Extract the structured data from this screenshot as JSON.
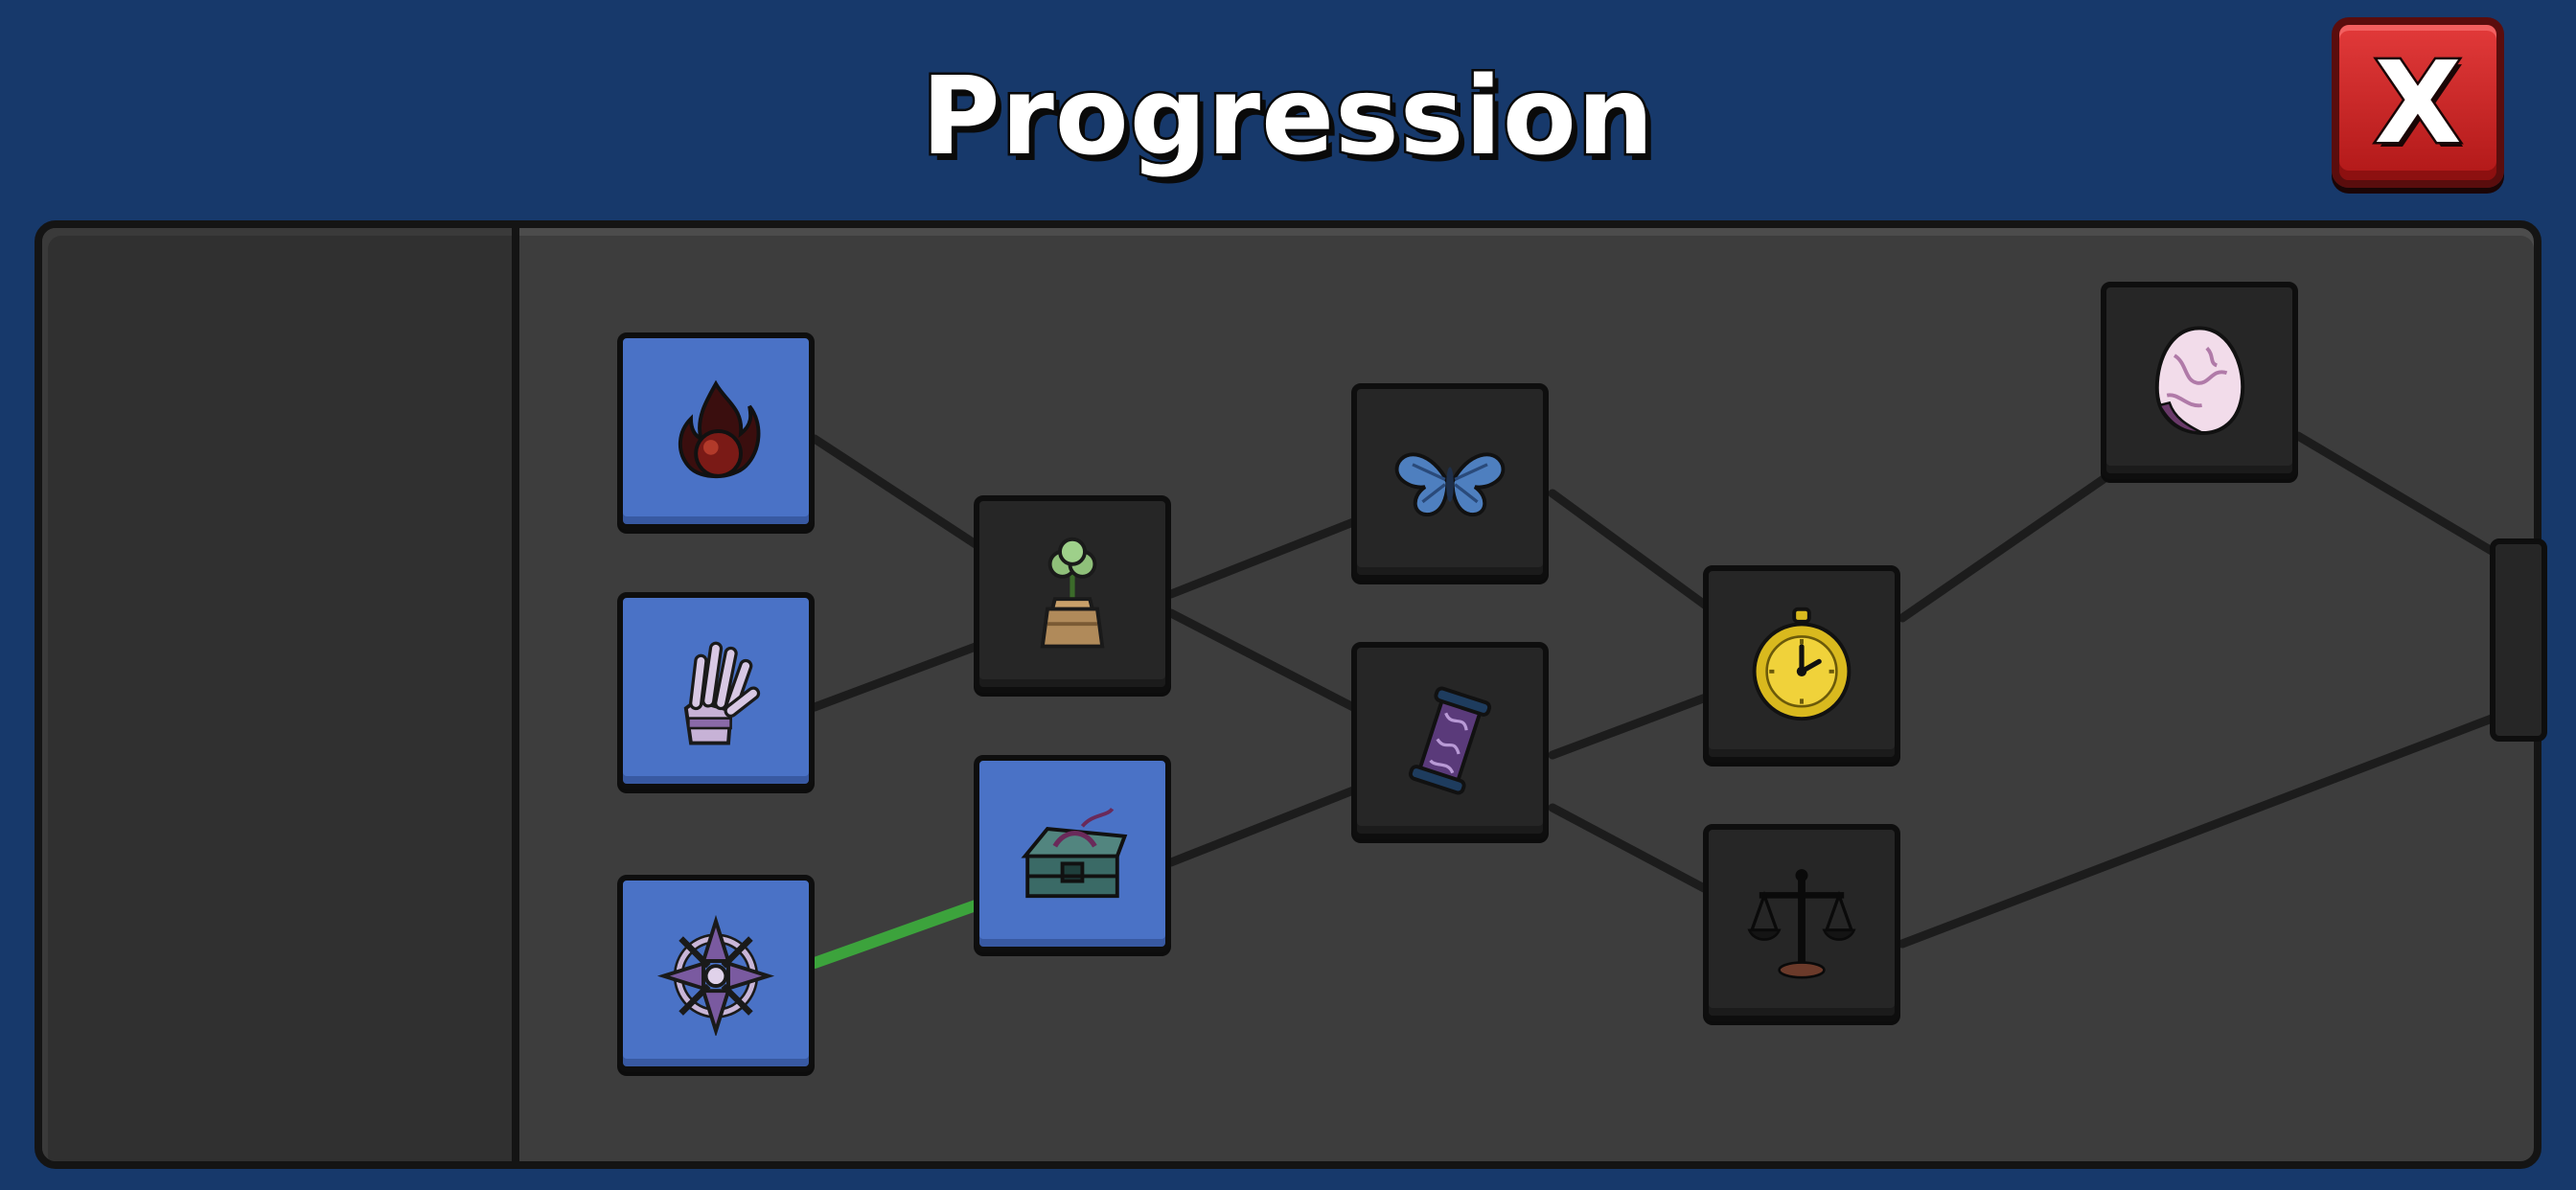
{
  "header": {
    "title": "Progression",
    "close_label": "X"
  },
  "colors": {
    "background": "#17396b",
    "panel": "#3d3d3d",
    "sidebar": "#303030",
    "node_unlocked": "#4a72c6",
    "node_locked": "#262626",
    "link_active": "#3ca33c",
    "link_inactive": "#1c1c1c",
    "close_button": "#d32626"
  },
  "tree": {
    "nodes": [
      {
        "id": "fire",
        "icon": "fire-orb-icon",
        "state": "unlocked"
      },
      {
        "id": "gauntlet",
        "icon": "gauntlet-icon",
        "state": "unlocked"
      },
      {
        "id": "compass",
        "icon": "spiked-compass-icon",
        "state": "unlocked"
      },
      {
        "id": "clover",
        "icon": "potted-clover-icon",
        "state": "locked"
      },
      {
        "id": "chest",
        "icon": "treasure-chest-icon",
        "state": "unlocked"
      },
      {
        "id": "wings",
        "icon": "butterfly-wings-icon",
        "state": "locked"
      },
      {
        "id": "scroll",
        "icon": "magic-scroll-icon",
        "state": "locked"
      },
      {
        "id": "watch",
        "icon": "pocket-watch-icon",
        "state": "locked"
      },
      {
        "id": "scales",
        "icon": "balance-scales-icon",
        "state": "locked"
      },
      {
        "id": "egg",
        "icon": "pink-egg-icon",
        "state": "locked"
      },
      {
        "id": "next",
        "icon": "",
        "state": "locked"
      }
    ],
    "links": [
      {
        "from": "fire",
        "to": "clover",
        "active": false
      },
      {
        "from": "gauntlet",
        "to": "clover",
        "active": false
      },
      {
        "from": "compass",
        "to": "chest",
        "active": true
      },
      {
        "from": "clover",
        "to": "wings",
        "active": false
      },
      {
        "from": "clover",
        "to": "scroll",
        "active": false
      },
      {
        "from": "chest",
        "to": "scroll",
        "active": false
      },
      {
        "from": "wings",
        "to": "watch",
        "active": false
      },
      {
        "from": "scroll",
        "to": "watch",
        "active": false
      },
      {
        "from": "scroll",
        "to": "scales",
        "active": false
      },
      {
        "from": "watch",
        "to": "egg",
        "active": false
      },
      {
        "from": "egg",
        "to": "next",
        "active": false
      },
      {
        "from": "scales",
        "to": "next",
        "active": false
      }
    ]
  }
}
